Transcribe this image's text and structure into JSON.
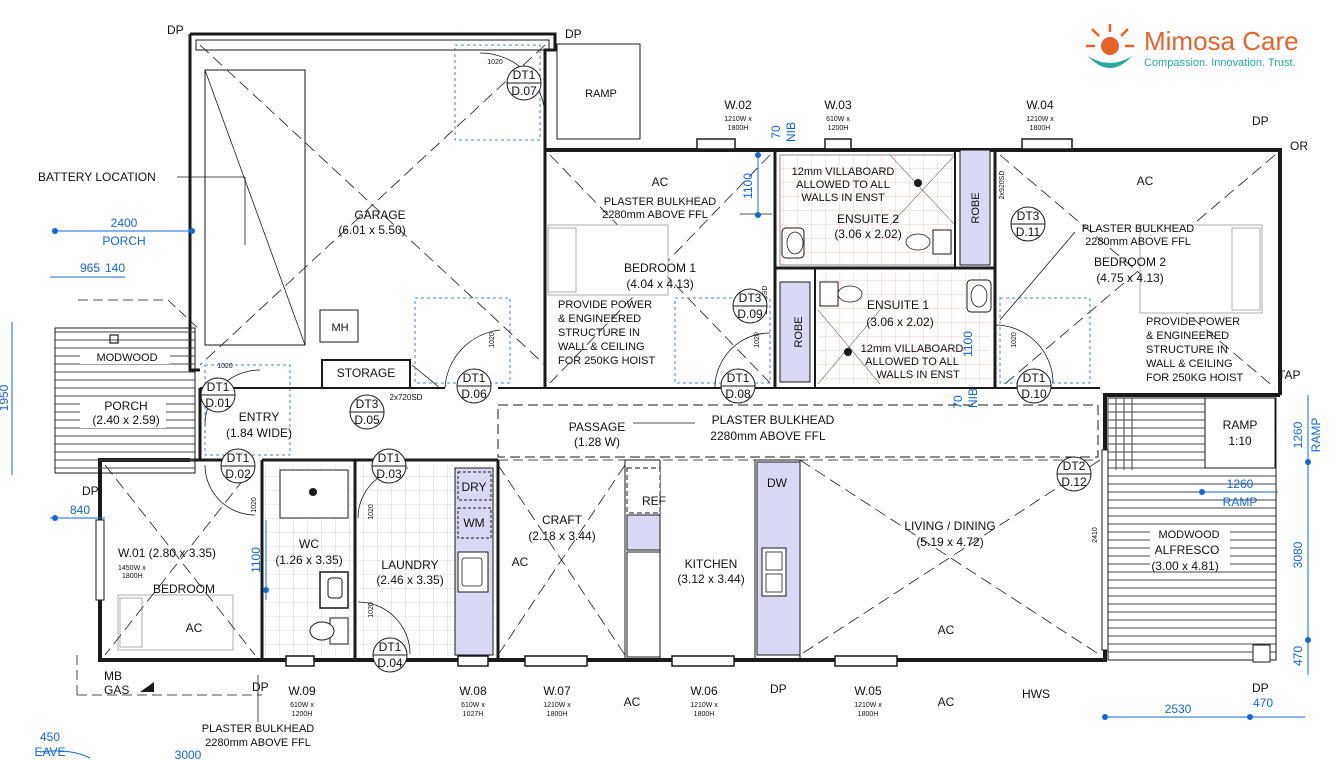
{
  "logo": {
    "name": "Mimosa Care",
    "tagline": "Compassion. Innovation. Trust."
  },
  "rooms": {
    "garage": {
      "name": "GARAGE",
      "size": "(6.01 x 5.50)"
    },
    "bedroom1": {
      "name": "BEDROOM 1",
      "size": "(4.04 x 4.13)",
      "note": [
        "PROVIDE POWER",
        "& ENGINEERED",
        "STRUCTURE IN",
        "WALL & CEILING",
        "FOR 250KG HOIST"
      ]
    },
    "ensuite2": {
      "name": "ENSUITE 2",
      "size": "(3.06 x 2.02)",
      "note": [
        "12mm VILLABOARD",
        "ALLOWED TO ALL",
        "WALLS IN ENST"
      ]
    },
    "ensuite1": {
      "name": "ENSUITE 1",
      "size": "(3.06 x 2.02)",
      "note": [
        "12mm VILLABOARD",
        "ALLOWED TO ALL",
        "WALLS IN ENST"
      ]
    },
    "bedroom2": {
      "name": "BEDROOM 2",
      "size": "(4.75 x 4.13)",
      "note": [
        "PROVIDE POWER",
        "& ENGINEERED",
        "STRUCTURE IN",
        "WALL & CEILING",
        "FOR 250KG HOIST"
      ]
    },
    "porch": {
      "name": "PORCH",
      "size": "(2.40 x 2.59)",
      "material": "MODWOOD"
    },
    "entry": {
      "name": "ENTRY",
      "size": "(1.84 WIDE)"
    },
    "passage": {
      "name": "PASSAGE",
      "size": "(1.28 W)"
    },
    "craft": {
      "name": "CRAFT",
      "size": "(2.18 x 3.44)"
    },
    "kitchen": {
      "name": "KITCHEN",
      "size": "(3.12 x 3.44)"
    },
    "living": {
      "name": "LIVING / DINING",
      "size": "(5.19 x 4.72)"
    },
    "alfresco": {
      "name": "ALFRESCO",
      "size": "(3.00 x 4.81)",
      "material": "MODWOOD"
    },
    "bedroom": {
      "name": "BEDROOM",
      "window": "W.01 (2.80 x 3.35)"
    },
    "wc": {
      "name": "WC",
      "size": "(1.26 x 3.35)"
    },
    "laundry": {
      "name": "LAUNDRY",
      "size": "(2.46 x 3.35)"
    },
    "storage": {
      "name": "STORAGE"
    },
    "robe": {
      "name": "ROBE"
    }
  },
  "labels": {
    "battery": "BATTERY LOCATION",
    "ramp": "RAMP",
    "ramp_slope": "1:10",
    "mh": "MH",
    "dry": "DRY",
    "wm": "WM",
    "ref": "REF",
    "dw": "DW",
    "ac": "AC",
    "dp": "DP",
    "or": "OR",
    "tap": "TAP",
    "hws": "HWS",
    "mb_gas": [
      "MB",
      "GAS"
    ],
    "eave": "EAVE",
    "nib": "NIB",
    "bulkhead": [
      "PLASTER BULKHEAD",
      "2280mm ABOVE FFL"
    ],
    "sd_2x920": "2x920SD",
    "sd_2x720": "2x720SD",
    "swing_1020": "1020",
    "window_1450": [
      "1450W x",
      "1800H"
    ]
  },
  "doors": [
    {
      "tag": "DT1",
      "ref": "D.07"
    },
    {
      "tag": "DT1",
      "ref": "D.01"
    },
    {
      "tag": "DT1",
      "ref": "D.02"
    },
    {
      "tag": "DT3",
      "ref": "D.05"
    },
    {
      "tag": "DT1",
      "ref": "D.06"
    },
    {
      "tag": "DT1",
      "ref": "D.03"
    },
    {
      "tag": "DT1",
      "ref": "D.04"
    },
    {
      "tag": "DT3",
      "ref": "D.09"
    },
    {
      "tag": "DT1",
      "ref": "D.08"
    },
    {
      "tag": "DT1",
      "ref": "D.10"
    },
    {
      "tag": "DT3",
      "ref": "D.11"
    },
    {
      "tag": "DT2",
      "ref": "D.12"
    }
  ],
  "windows": [
    {
      "id": "W.02",
      "size": [
        "1210W x",
        "1800H"
      ]
    },
    {
      "id": "W.03",
      "size": [
        "610W x",
        "1200H"
      ]
    },
    {
      "id": "W.04",
      "size": [
        "1210W x",
        "1800H"
      ]
    },
    {
      "id": "W.09",
      "size": [
        "610W x",
        "1200H"
      ]
    },
    {
      "id": "W.08",
      "size": [
        "610W x",
        "1027H"
      ]
    },
    {
      "id": "W.07",
      "size": [
        "1210W x",
        "1800H"
      ]
    },
    {
      "id": "W.06",
      "size": [
        "1210W x",
        "1800H"
      ]
    },
    {
      "id": "W.05",
      "size": [
        "1210W x",
        "1800H"
      ]
    }
  ],
  "dims": {
    "porch_2400": "2400",
    "porch_label": "PORCH",
    "d965": "965",
    "d140": "140",
    "d1950": "1950",
    "d840": "840",
    "d1100a": "1100",
    "d1100b": "1100",
    "d70a": "70",
    "d70b": "70",
    "d1260": "1260",
    "ramp_label": "RAMP",
    "d3080": "3080",
    "d470a": "470",
    "d470b": "470",
    "d2530": "2530",
    "d450": "450",
    "d3000": "3000",
    "d2410": "2410"
  },
  "colors": {
    "wall": "#1a1a1a",
    "dim": "#1565d8",
    "fixture": "#d8d8f2",
    "grid": "#e65050",
    "logo_orange": "#e5632b",
    "logo_teal": "#2aa89a"
  }
}
